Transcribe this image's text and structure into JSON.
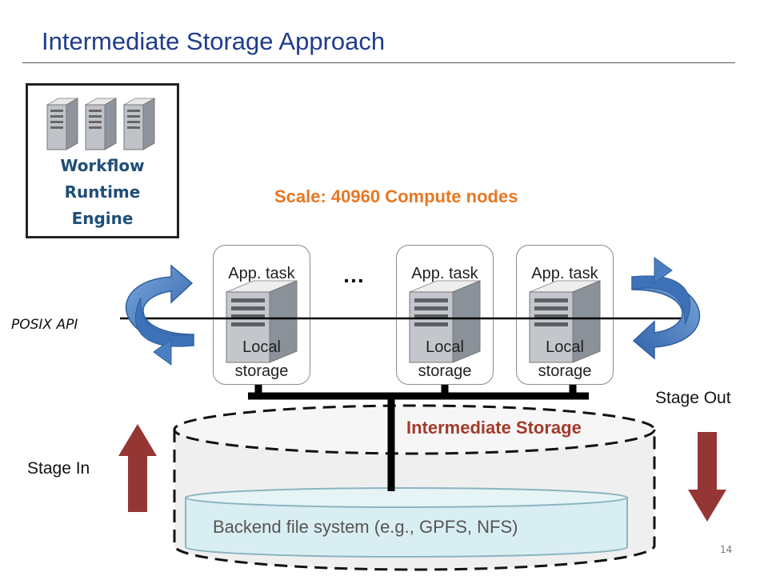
{
  "slide": {
    "title": "Intermediate Storage Approach",
    "number": "14"
  },
  "engine": {
    "line1": "Workflow",
    "line2": "Runtime",
    "line3": "Engine",
    "icon": "server-cluster-icon"
  },
  "scale_label": "Scale: 40960 Compute nodes",
  "nodes": [
    {
      "task": "App. task",
      "storage_line1": "Local",
      "storage_line2": "storage",
      "icon": "server-tower-icon"
    },
    {
      "task": "App. task",
      "storage_line1": "Local",
      "storage_line2": "storage",
      "icon": "server-tower-icon"
    },
    {
      "task": "App. task",
      "storage_line1": "Local",
      "storage_line2": "storage",
      "icon": "server-tower-icon"
    }
  ],
  "ellipsis": "…",
  "api_label": "POSIX  API",
  "stage_in": "Stage In",
  "stage_out": "Stage Out",
  "intermediate_storage": "Intermediate Storage",
  "backend": "Backend file system (e.g., GPFS, NFS)",
  "colors": {
    "title": "#1f3c8c",
    "scale": "#e87722",
    "intermediate": "#a33a2c",
    "stage_arrows": "#943634",
    "curved_arrows": "#4a7ec0",
    "backend_fill": "#d9eef2",
    "tier_fill": "#efefef"
  }
}
